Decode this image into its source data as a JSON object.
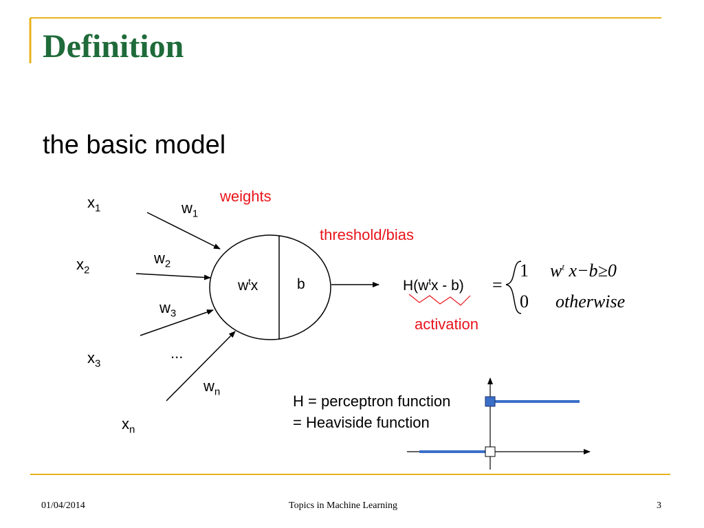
{
  "slide": {
    "title": "Definition",
    "subtitle": "the basic model"
  },
  "diagram": {
    "inputs": [
      {
        "base": "x",
        "sub": "1"
      },
      {
        "base": "x",
        "sub": "2"
      },
      {
        "base": "x",
        "sub": "3"
      },
      {
        "base": "x",
        "sub": "n"
      }
    ],
    "weights": [
      {
        "base": "w",
        "sub": "1"
      },
      {
        "base": "w",
        "sub": "2"
      },
      {
        "base": "w",
        "sub": "3"
      },
      {
        "base": "w",
        "sub": "n"
      }
    ],
    "ellipsis": "...",
    "weights_annotation": "weights",
    "bias_annotation": "threshold/bias",
    "activation_annotation": "activation",
    "neuron_left": {
      "base": "w",
      "sup": "t",
      "rest": "x"
    },
    "neuron_right": "b",
    "output_expr": {
      "prefix": "H(w",
      "sup": "t",
      "rest": "x - b)"
    },
    "equation": {
      "equals": "=",
      "case1_value": "1",
      "case1_condition_w": "w",
      "case1_condition_sup": "t",
      "case1_condition_rest": "x−b≥0",
      "case2_value": "0",
      "case2_condition": "otherwise"
    },
    "heaviside_line1": "H = perceptron function",
    "heaviside_line2": "= Heaviside function"
  },
  "colors": {
    "title": "#1f6b3a",
    "accent_red": "#e8141b",
    "gold_rule": "#e8b21c",
    "step_blue": "#3a6fc8"
  },
  "footer": {
    "date": "01/04/2014",
    "course": "Topics in Machine Learning",
    "page": "3"
  }
}
